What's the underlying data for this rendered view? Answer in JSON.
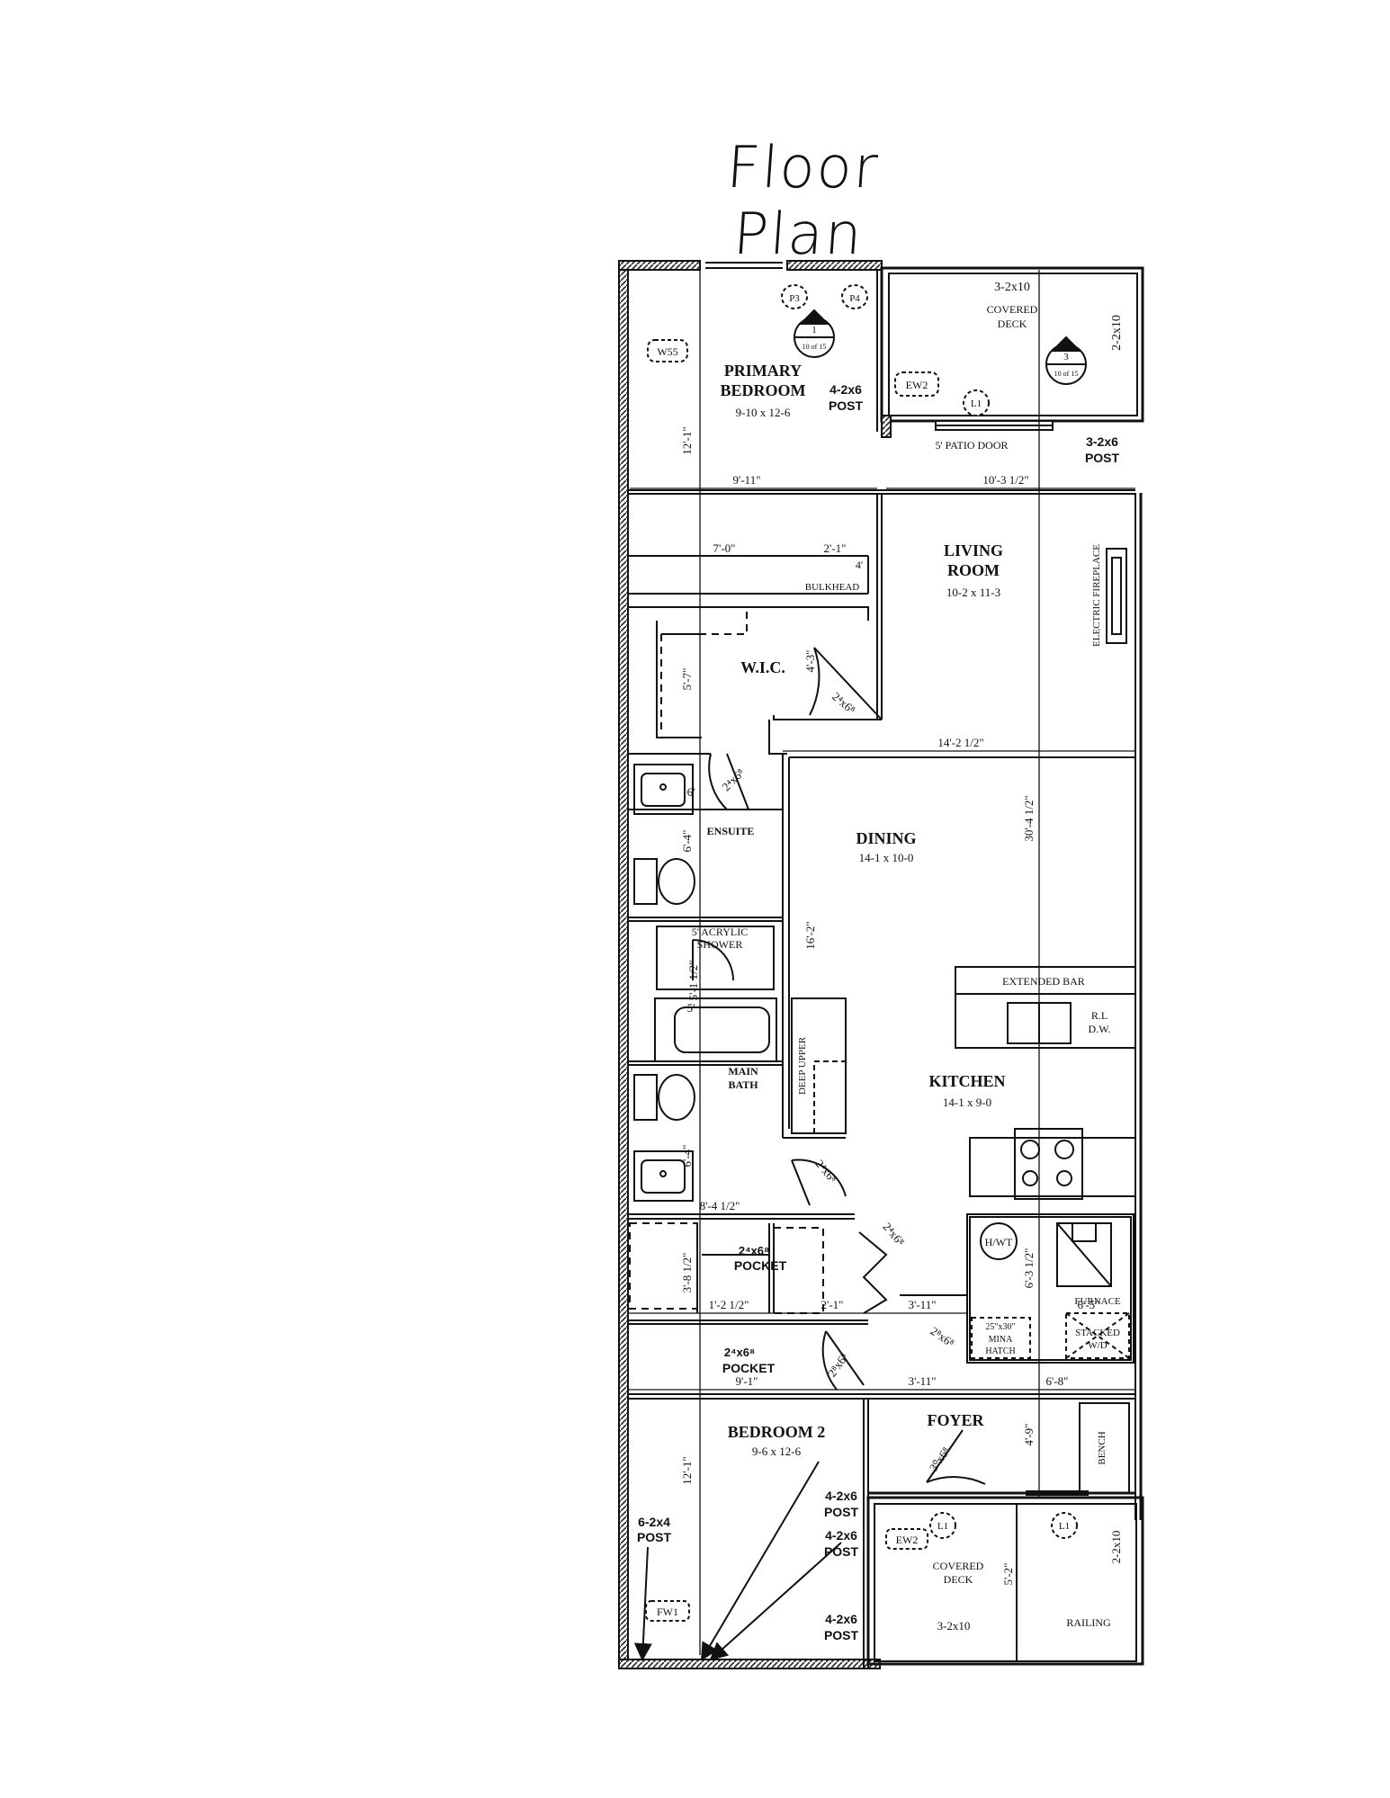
{
  "title": "Floor Plan",
  "rooms": {
    "primary_bedroom": {
      "name_1": "PRIMARY",
      "name_2": "BEDROOM",
      "size": "9-10 x 12-6"
    },
    "covered_deck_top": {
      "name_1": "COVERED",
      "name_2": "DECK"
    },
    "living_room": {
      "name_1": "LIVING",
      "name_2": "ROOM",
      "size": "10-2 x 11-3"
    },
    "wic": {
      "name": "W.I.C."
    },
    "ensuite": {
      "name": "ENSUITE"
    },
    "dining": {
      "name": "DINING",
      "size": "14-1 x 10-0"
    },
    "main_bath": {
      "name_1": "MAIN",
      "name_2": "BATH"
    },
    "kitchen": {
      "name": "KITCHEN",
      "size": "14-1 x 9-0"
    },
    "bedroom_2": {
      "name": "BEDROOM 2",
      "size": "9-6 x 12-6"
    },
    "foyer": {
      "name": "FOYER"
    },
    "covered_deck_bottom": {
      "name_1": "COVERED",
      "name_2": "DECK"
    }
  },
  "labels": {
    "patio_door": "5' PATIO DOOR",
    "post_4_2x6": "4-2x6",
    "post": "POST",
    "post_3_2x6": "3-2x6",
    "post_6_2x4": "6-2x4",
    "bulkhead": "BULKHEAD",
    "electric_fireplace": "ELECTRIC FIREPLACE",
    "acrylic_shower_1": "5' ACRYLIC",
    "acrylic_shower_2": "SHOWER",
    "extended_bar": "EXTENDED BAR",
    "rl_dw_1": "R.L",
    "rl_dw_2": "D.W.",
    "deep_upper": "DEEP UPPER",
    "hwt": "H/WT",
    "furnace": "FURNACE",
    "mina_hatch_1": "25\"x30\"",
    "mina_hatch_2": "MINA",
    "mina_hatch_3": "HATCH",
    "stacked_1": "STACKED",
    "stacked_2": "W/D",
    "bench": "BENCH",
    "railing": "RAILING",
    "pocket": "POCKET"
  },
  "tags": {
    "w55": "W55",
    "p3": "P3",
    "p4": "P4",
    "ew2": "EW2",
    "l1": "L1",
    "fw1": "FW1",
    "sec1_num": "1",
    "sec1_ref": "10 of 15",
    "sec3_num": "3",
    "sec3_ref": "10 of 15"
  },
  "dims": {
    "d_3_2x10_top": "3-2x10",
    "d_2_2x10_top": "2-2x10",
    "d_12_1_top": "12'-1\"",
    "d_9_11": "9'-11\"",
    "d_10_3_half": "10'-3 1/2\"",
    "d_7_0": "7'-0\"",
    "d_2_1_a": "2'-1\"",
    "d_4": "4'",
    "d_5_7": "5'-7\"",
    "d_4_3": "4'-3\"",
    "d_2x6_a": "2⁴x6⁸",
    "d_2x6_b": "2⁴x6⁸",
    "d_14_2_half": "14'-2 1/2\"",
    "d_6": "6'",
    "d_6_4_a": "6'-4\"",
    "d_30_4_half": "30'-4 1/2\"",
    "d_16_2": "16'-2\"",
    "d_5_1_half": "5'-1 1/2\"",
    "d_5": "5'",
    "d_6_4_b": "6'-4\"",
    "d_8_4_half": "8'-4 1/2\"",
    "d_2x6_c": "2⁴x6⁸",
    "d_2x6_d": "2⁴x6⁸",
    "d_3_8_half": "3'-8 1/2\"",
    "d_1_2_half": "1'-2 1/2\"",
    "d_2_1_b": "2'-1\"",
    "d_3_11_a": "3'-11\"",
    "d_6_3_half": "6'-3 1/2\"",
    "d_6_5": "6'-5\"",
    "d_2x6_e": "2⁸x6⁸",
    "d_2x6_f": "2⁸x6⁸",
    "d_9_1": "9'-1\"",
    "d_3_11_b": "3'-11\"",
    "d_6_8": "6'-8\"",
    "d_12_1_bot": "12'-1\"",
    "d_4_9": "4'-9\"",
    "d_3x6": "3⁰x6⁸",
    "d_5_2": "5'-2\"",
    "d_2_2x10_bot": "2-2x10",
    "d_3_2x10_bot": "3-2x10"
  }
}
